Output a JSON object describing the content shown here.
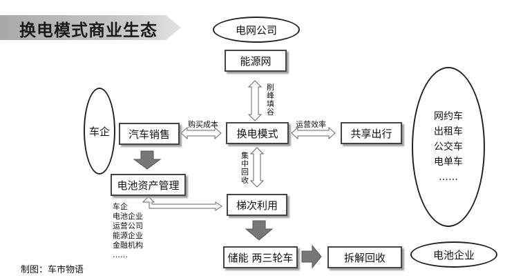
{
  "title": "换电模式商业生态",
  "nodes": {
    "grid_company": "电网公司",
    "energy_network": "能源网",
    "car_company": "车企",
    "car_sales": "汽车销售",
    "swap_mode": "换电模式",
    "shared_mobility": "共享出行",
    "battery_asset_mgmt": "电池资产管理",
    "cascade_use": "梯次利用",
    "storage_tricycle": "储能  两三轮车",
    "dismantle_recycle": "拆解回收",
    "battery_company": "电池企业"
  },
  "edge_labels": {
    "peak_shaving": [
      "削",
      "峰",
      "填",
      "谷"
    ],
    "purchase_cost": "购买成本",
    "operation_efficiency": "运营效率",
    "centralized_recycle": [
      "集",
      "中",
      "回",
      "收"
    ]
  },
  "shared_list": [
    "网约车",
    "出租车",
    "公交车",
    "电单车",
    "……"
  ],
  "asset_participants": [
    "车企",
    "电池企业",
    "运营公司",
    "能源企业",
    "金融机构",
    "……"
  ],
  "credit": "制图：车市物语",
  "colors": {
    "border": "#444444",
    "arrow_fill": "#7a7a7a",
    "title_band": "#b8b8b8"
  }
}
